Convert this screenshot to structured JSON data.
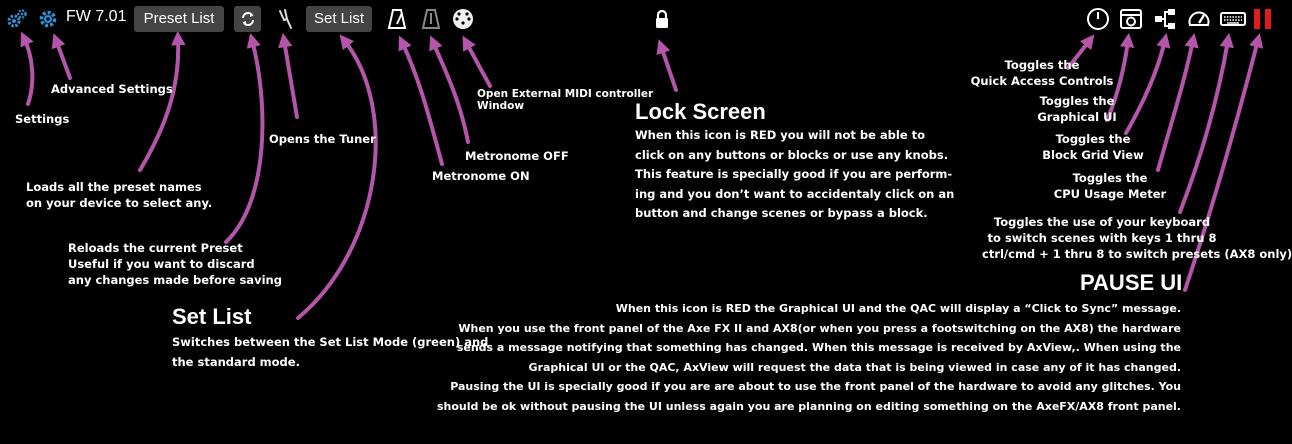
{
  "toolbar": {
    "settings_icon": "gear-icon",
    "advanced_icon": "cogs-icon",
    "firmware": "FW 7.01",
    "preset_list_label": "Preset List",
    "reload_icon": "refresh-icon",
    "tuner_icon": "tuning-fork-icon",
    "set_list_label": "Set List",
    "metronome_on_icon": "metronome-icon",
    "metronome_off_icon": "metronome-off-icon",
    "midi_icon": "midi-connector-icon",
    "lock_icon": "lock-icon",
    "qac_icon": "power-icon",
    "graphical_ui_icon": "amp-icon",
    "block_grid_icon": "hierarchy-icon",
    "cpu_icon": "gauge-icon",
    "keyboard_icon": "keyboard-icon",
    "pause_icon": "pause-icon",
    "pause_color": "#e01b1b",
    "button_color": "#444444",
    "accent_blue": "#2f8fd6"
  },
  "annotations": {
    "arrow_color": "#b455a9",
    "advanced_settings": "Advanced Settings",
    "settings": "Settings",
    "tuner": "Opens the Tuner",
    "midi": [
      "Open External MIDI controller",
      "Window"
    ],
    "metronome_off": "Metronome OFF",
    "metronome_on": "Metronome ON",
    "preset_list": [
      "Loads all the preset names",
      "on your device to select any."
    ],
    "reload": [
      "Reloads the current Preset",
      "Useful if you want to discard",
      "any changes made before saving"
    ],
    "set_list_title": "Set List",
    "set_list": [
      "Switches between the Set List Mode (green) and",
      "the standard mode."
    ],
    "lock_title": "Lock Screen",
    "lock": [
      "When this icon is RED you will not be able to",
      "click on any buttons or blocks or use any knobs.",
      "This feature is specially good if you are perform-",
      "ing and you don’t want to accidentaly click on an",
      "button and change scenes or bypass a block."
    ],
    "qac": [
      "Toggles the",
      "Quick Access Controls"
    ],
    "graphical_ui": [
      "Toggles the",
      "Graphical UI"
    ],
    "block_grid": [
      "Toggles the",
      "Block Grid View"
    ],
    "cpu": [
      "Toggles the",
      "CPU Usage Meter"
    ],
    "keyboard": [
      "Toggles the use of your keyboard",
      "to switch scenes with keys 1 thru 8",
      "ctrl/cmd + 1 thru 8 to switch presets (AX8 only)"
    ],
    "pause_title": "PAUSE UI",
    "pause": [
      "When this icon is RED the Graphical UI and the QAC will display a “Click to Sync” message.",
      "When you use the front panel of the Axe FX II and AX8(or when you press a footswitching on the AX8) the hardware",
      "sends a message notifying that something has changed. When this message is received by AxView,. When using the",
      "Graphical UI or the QAC, AxView will request the data that is being viewed in case any of it has changed.",
      "Pausing the UI is specially good if you are are about to use the front panel of the hardware to avoid any glitches. You",
      "should be ok without pausing the UI unless again you are planning on editing something on the AxeFX/AX8 front panel."
    ]
  }
}
